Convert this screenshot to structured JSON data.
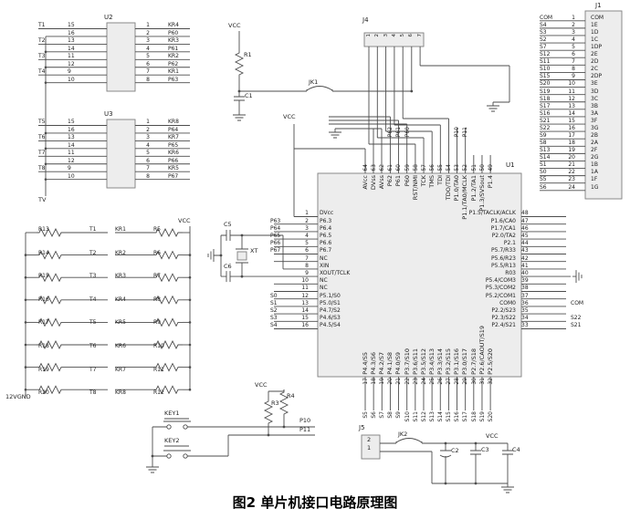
{
  "colors": {
    "wire": "#4c4c4c",
    "ic_fill": "#ededed",
    "ic_border": "#7e7e7e",
    "text": "#1c1c1c",
    "background": "#ffffff"
  },
  "caption": "图2 单片机接口电路原理图",
  "u2": {
    "ref": "U2",
    "left": [
      {
        "t": "T1",
        "pin": "15"
      },
      {
        "t": "",
        "pin": "16"
      },
      {
        "t": "T2",
        "pin": "13"
      },
      {
        "t": "",
        "pin": "14"
      },
      {
        "t": "T3",
        "pin": "11"
      },
      {
        "t": "",
        "pin": "12"
      },
      {
        "t": "T4",
        "pin": "9"
      },
      {
        "t": "",
        "pin": "10"
      }
    ],
    "right": [
      {
        "pin": "1",
        "label": "KR4"
      },
      {
        "pin": "2",
        "label": "P60"
      },
      {
        "pin": "3",
        "label": "KR3"
      },
      {
        "pin": "4",
        "label": "P61"
      },
      {
        "pin": "5",
        "label": "KR2"
      },
      {
        "pin": "6",
        "label": "P62"
      },
      {
        "pin": "7",
        "label": "KR1"
      },
      {
        "pin": "8",
        "label": "P63"
      }
    ]
  },
  "u3": {
    "ref": "U3",
    "left": [
      {
        "t": "T5",
        "pin": "15"
      },
      {
        "t": "",
        "pin": "16"
      },
      {
        "t": "T6",
        "pin": "13"
      },
      {
        "t": "",
        "pin": "14"
      },
      {
        "t": "T7",
        "pin": "11"
      },
      {
        "t": "",
        "pin": "12"
      },
      {
        "t": "T8",
        "pin": "9"
      },
      {
        "t": "",
        "pin": "10"
      }
    ],
    "right": [
      {
        "pin": "1",
        "label": "KR8"
      },
      {
        "pin": "2",
        "label": "P64"
      },
      {
        "pin": "3",
        "label": "KR7"
      },
      {
        "pin": "4",
        "label": "P65"
      },
      {
        "pin": "5",
        "label": "KR6"
      },
      {
        "pin": "6",
        "label": "P66"
      },
      {
        "pin": "7",
        "label": "KR5"
      },
      {
        "pin": "8",
        "label": "P67"
      }
    ]
  },
  "tv_label": "TV",
  "reset": {
    "vcc": "VCC",
    "r1": "R1",
    "c1": "C1",
    "jk1": "JK1"
  },
  "j4": {
    "ref": "J4",
    "pins": [
      "1",
      "2",
      "3",
      "4",
      "5",
      "6",
      "7"
    ]
  },
  "j1": {
    "ref": "J1",
    "rows": [
      {
        "s": "COM",
        "pin": "1",
        "label": "COM"
      },
      {
        "s": "S4",
        "pin": "2",
        "label": "1E"
      },
      {
        "s": "S3",
        "pin": "3",
        "label": "1D"
      },
      {
        "s": "S2",
        "pin": "4",
        "label": "1C"
      },
      {
        "s": "S7",
        "pin": "5",
        "label": "1DP"
      },
      {
        "s": "S12",
        "pin": "6",
        "label": "2E"
      },
      {
        "s": "S11",
        "pin": "7",
        "label": "2D"
      },
      {
        "s": "S10",
        "pin": "8",
        "label": "2C"
      },
      {
        "s": "S15",
        "pin": "9",
        "label": "2DP"
      },
      {
        "s": "S20",
        "pin": "10",
        "label": "3E"
      },
      {
        "s": "S19",
        "pin": "11",
        "label": "3D"
      },
      {
        "s": "S18",
        "pin": "12",
        "label": "3C"
      },
      {
        "s": "S17",
        "pin": "13",
        "label": "3B"
      },
      {
        "s": "S16",
        "pin": "14",
        "label": "3A"
      },
      {
        "s": "S21",
        "pin": "15",
        "label": "3F"
      },
      {
        "s": "S22",
        "pin": "16",
        "label": "3G"
      },
      {
        "s": "S9",
        "pin": "17",
        "label": "2B"
      },
      {
        "s": "S8",
        "pin": "18",
        "label": "2A"
      },
      {
        "s": "S13",
        "pin": "19",
        "label": "2F"
      },
      {
        "s": "S14",
        "pin": "20",
        "label": "2G"
      },
      {
        "s": "S1",
        "pin": "21",
        "label": "1B"
      },
      {
        "s": "S0",
        "pin": "22",
        "label": "1A"
      },
      {
        "s": "S5",
        "pin": "23",
        "label": "1F"
      },
      {
        "s": "S6",
        "pin": "24",
        "label": "1G"
      }
    ]
  },
  "u1": {
    "ref": "U1",
    "vcc": "VCC",
    "left_pins": [
      {
        "ext": "",
        "pin": "1",
        "name": "DVcc"
      },
      {
        "ext": "P63",
        "pin": "2",
        "name": "P6.3"
      },
      {
        "ext": "P64",
        "pin": "3",
        "name": "P6.4"
      },
      {
        "ext": "P65",
        "pin": "4",
        "name": "P6.5"
      },
      {
        "ext": "P66",
        "pin": "5",
        "name": "P6.6"
      },
      {
        "ext": "P67",
        "pin": "6",
        "name": "P6.7"
      },
      {
        "ext": "",
        "pin": "7",
        "name": "NC"
      },
      {
        "ext": "",
        "pin": "8",
        "name": "XIN"
      },
      {
        "ext": "",
        "pin": "9",
        "name": "XOUT/TCLK"
      },
      {
        "ext": "",
        "pin": "10",
        "name": "NC"
      },
      {
        "ext": "",
        "pin": "11",
        "name": "NC"
      },
      {
        "ext": "S0",
        "pin": "12",
        "name": "P5.1/S0"
      },
      {
        "ext": "S1",
        "pin": "13",
        "name": "P5.0/S1"
      },
      {
        "ext": "S2",
        "pin": "14",
        "name": "P4.7/S2"
      },
      {
        "ext": "S3",
        "pin": "15",
        "name": "P4.6/S3"
      },
      {
        "ext": "S4",
        "pin": "16",
        "name": "P4.5/S4"
      }
    ],
    "right_pins": [
      {
        "name": "P1.5/TACLK/ACLK",
        "pin": "48",
        "ext": ""
      },
      {
        "name": "P1.6/CA0",
        "pin": "47",
        "ext": ""
      },
      {
        "name": "P1.7/CA1",
        "pin": "46",
        "ext": ""
      },
      {
        "name": "P2.0/TA2",
        "pin": "45",
        "ext": ""
      },
      {
        "name": "P2.1",
        "pin": "44",
        "ext": ""
      },
      {
        "name": "P5.7/R33",
        "pin": "43",
        "ext": ""
      },
      {
        "name": "P5.6/R23",
        "pin": "42",
        "ext": ""
      },
      {
        "name": "P5.5/R13",
        "pin": "41",
        "ext": ""
      },
      {
        "name": "R03",
        "pin": "40",
        "ext": ""
      },
      {
        "name": "P5.4/COM3",
        "pin": "39",
        "ext": ""
      },
      {
        "name": "P5.3/COM2",
        "pin": "38",
        "ext": ""
      },
      {
        "name": "P5.2/COM1",
        "pin": "37",
        "ext": ""
      },
      {
        "name": "COM0",
        "pin": "36",
        "ext": "COM"
      },
      {
        "name": "P2.2/S23",
        "pin": "35",
        "ext": ""
      },
      {
        "name": "P2.3/S22",
        "pin": "34",
        "ext": "S22"
      },
      {
        "name": "P2.4/S21",
        "pin": "33",
        "ext": "S21"
      }
    ],
    "top_pins": [
      {
        "pin": "64",
        "name": "AVcc",
        "ext": ""
      },
      {
        "pin": "63",
        "name": "DVss",
        "ext": ""
      },
      {
        "pin": "62",
        "name": "AVss",
        "ext": ""
      },
      {
        "pin": "61",
        "name": "P62",
        "ext": "P62"
      },
      {
        "pin": "60",
        "name": "P61",
        "ext": "P61"
      },
      {
        "pin": "59",
        "name": "P60",
        "ext": "P60"
      },
      {
        "pin": "58",
        "name": "RST/NMI",
        "ext": ""
      },
      {
        "pin": "57",
        "name": "TCK",
        "ext": ""
      },
      {
        "pin": "56",
        "name": "TMS",
        "ext": ""
      },
      {
        "pin": "55",
        "name": "TDI",
        "ext": ""
      },
      {
        "pin": "54",
        "name": "TDO/TDI",
        "ext": ""
      },
      {
        "pin": "53",
        "name": "P1.0/TA0",
        "ext": "P10"
      },
      {
        "pin": "52",
        "name": "P1.1/TA0/MCLK",
        "ext": "P11"
      },
      {
        "pin": "51",
        "name": "P1.2/TA1",
        "ext": ""
      },
      {
        "pin": "50",
        "name": "P1.3/SVSout",
        "ext": ""
      },
      {
        "pin": "49",
        "name": "P1.4",
        "ext": ""
      }
    ],
    "bottom_pins": [
      {
        "pin": "17",
        "name": "P4.4/S5",
        "ext": "S5"
      },
      {
        "pin": "18",
        "name": "P4.3/S6",
        "ext": "S6"
      },
      {
        "pin": "19",
        "name": "P4.2/S7",
        "ext": "S7"
      },
      {
        "pin": "20",
        "name": "P4.1/S8",
        "ext": "S8"
      },
      {
        "pin": "21",
        "name": "P4.0/S9",
        "ext": "S9"
      },
      {
        "pin": "22",
        "name": "P3.7/S10",
        "ext": "S10"
      },
      {
        "pin": "23",
        "name": "P3.6/S11",
        "ext": "S11"
      },
      {
        "pin": "24",
        "name": "P3.5/S12",
        "ext": "S12"
      },
      {
        "pin": "25",
        "name": "P3.4/S13",
        "ext": "S13"
      },
      {
        "pin": "26",
        "name": "P3.3/S14",
        "ext": "S14"
      },
      {
        "pin": "27",
        "name": "P3.2/S15",
        "ext": "S15"
      },
      {
        "pin": "28",
        "name": "P3.1/S16",
        "ext": "S16"
      },
      {
        "pin": "29",
        "name": "P3.0/S17",
        "ext": "S17"
      },
      {
        "pin": "30",
        "name": "P2.7/S18",
        "ext": "S18"
      },
      {
        "pin": "31",
        "name": "P2.6/CAOUT/S19",
        "ext": "S19"
      },
      {
        "pin": "32",
        "name": "P2.5/S20",
        "ext": "S20"
      }
    ]
  },
  "crystal": {
    "c5": "C5",
    "xt": "XT",
    "c6": "C6"
  },
  "res_left": {
    "bus": "12VGND",
    "rows": [
      {
        "r": "R13",
        "t": "T1"
      },
      {
        "r": "R14",
        "t": "T2"
      },
      {
        "r": "R15",
        "t": "T3"
      },
      {
        "r": "R16",
        "t": "T4"
      },
      {
        "r": "R17",
        "t": "T5"
      },
      {
        "r": "R18",
        "t": "T6"
      },
      {
        "r": "R19",
        "t": "T7"
      },
      {
        "r": "R20",
        "t": "T8"
      }
    ]
  },
  "res_right": {
    "vcc": "VCC",
    "rows": [
      {
        "kr": "KR1",
        "r": "R5"
      },
      {
        "kr": "KR2",
        "r": "R6"
      },
      {
        "kr": "KR3",
        "r": "R7"
      },
      {
        "kr": "KR4",
        "r": "R8"
      },
      {
        "kr": "KR5",
        "r": "R9"
      },
      {
        "kr": "KR6",
        "r": "R10"
      },
      {
        "kr": "KR7",
        "r": "R11"
      },
      {
        "kr": "KR8",
        "r": "R12"
      }
    ]
  },
  "keys": {
    "vcc": "VCC",
    "r3": "R3",
    "r4": "R4",
    "key1": "KEY1",
    "key2": "KEY2",
    "p10": "P10",
    "p11": "P11"
  },
  "supply": {
    "j5": "J5",
    "pin_top": "2",
    "pin_bottom": "1",
    "jk2": "JK2",
    "c2": "C2",
    "c3": "C3",
    "c4": "C4",
    "vcc": "VCC"
  }
}
